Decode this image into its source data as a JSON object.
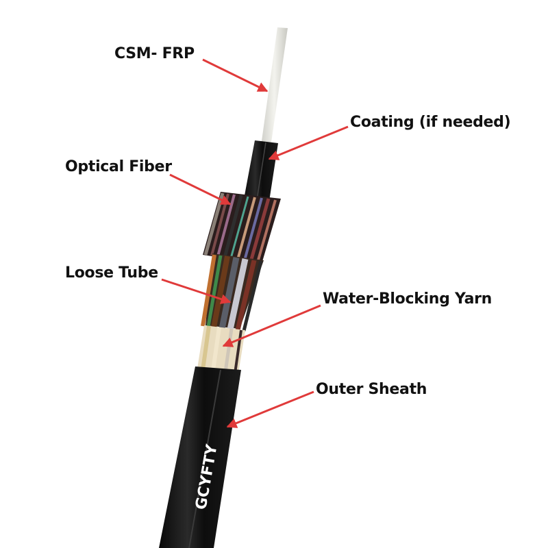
{
  "diagram": {
    "type": "labeled-cross-section",
    "subject": "fiber optic cable structure",
    "cable_marking": "GCYFTY",
    "arrow_color": "#e03a3a",
    "labels": [
      {
        "id": "csm-frp",
        "text": "CSM- FRP"
      },
      {
        "id": "coating",
        "text": "Coating (if needed)"
      },
      {
        "id": "optical-fiber",
        "text": "Optical Fiber"
      },
      {
        "id": "loose-tube",
        "text": "Loose Tube"
      },
      {
        "id": "water-blocking-yarn",
        "text": "Water-Blocking Yarn"
      },
      {
        "id": "outer-sheath",
        "text": "Outer Sheath"
      }
    ]
  }
}
